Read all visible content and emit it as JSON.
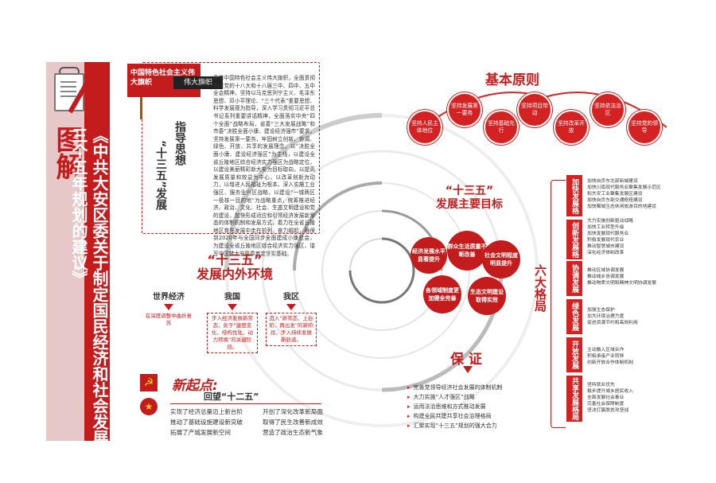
{
  "left": {
    "tujie": "图解",
    "title": "《中共大安区委关于制定国民经济和社会发展第十三个五年规划的建议》"
  },
  "guide": {
    "flag_text": "中国特色社会主义伟大旗帜",
    "flag_banner": "伟大旗帜",
    "title": "指导思想",
    "subtitle": "“十三五”发展",
    "text": "高举中国特色社会主义伟大旗帜，全面贯彻落实党的十八大和十八届三中、四中、五中全会精神，坚持以马克思列宁主义、毛泽东思想、邓小平理论、“三个代表”重要思想、科学发展观为指导，深入学习贯彻习近平总书记系列重要讲话精神，全面落实中央“四个全面”战略布局，省委“三大发展战略”和市委“决胜全面小康、建设经济强市”要求，坚持发展第一要务，牢固树立创新、协调、绿色、开放、共享的发展理念，以“决胜全面小康、建设经济强区”为主线，以建设全省丘陵地区综合经济实力强区为战略定位，以建设美丽精彩新大安为目标取向，以提高发展质量和效益为中心，以改革创新为动力，以增进人民福祉为根本，深入实施工业强区、服务业兴区战略，以建设“一城两区一极核一目的地”为战略重点，统筹推进经济、政治、文化、社会、生态文明建设和党的建设，加快形成适应和引领经济发展新常态的体制机制和发展方式，着力在全省丘陵地区育先发展中走在前列，奋力崛起，确保到2020年与全国同步全面建成小康社会，为建设全省丘陵地区综合经济实力强区、谱写中国梦大安篇章奠定坚实基础。"
  },
  "env": {
    "title_line1": "“十三五”",
    "title_line2": "发展内外环境",
    "cols": [
      {
        "head": "世界经济",
        "body": "在深度调整中曲折复苏"
      },
      {
        "head": "我国",
        "body": "步入经济发展新常态，处于“速度变化、结构优化、动力转换”的关键阶段。"
      },
      {
        "head": "我区",
        "body": "迈入“新常态、上台阶、再出发”的新阶段，步入持续发展新轨道。"
      }
    ]
  },
  "newstart": {
    "party_glyph": "☭",
    "nation_glyph": "★",
    "title": "新起点:",
    "subtitle": "回望“十二五”",
    "items": [
      "实现了经济总量迈上新台阶",
      "开创了深化改革新局面",
      "推动了基础设施建设新突破",
      "取得了民生改善新成效",
      "拓展了产城发展新空间",
      "营造了政治生态新气象"
    ]
  },
  "principles": {
    "title": "基本原则",
    "items": [
      "坚持人民主体地位",
      "坚持发展第一要务",
      "坚持基础先行",
      "坚持项目带动",
      "坚持改革开放",
      "坚持依法治区",
      "坚持党的领导"
    ]
  },
  "goals": {
    "title_line1": "“十三五”",
    "title_line2": "发展主要目标",
    "items": [
      "群众生活质量不断改善",
      "经济发展水平显著提升",
      "社会文明程度明显提升",
      "各领域制度更加健全完善",
      "生态文明建设取得实效"
    ]
  },
  "six": {
    "title": "六大格局",
    "categories": [
      {
        "name": "加快发展格局",
        "items": [
          "加快自贡东北部新城建设",
          "加快川南现代服务业聚集发展示范区",
          "和大安工业聚集发展区建设",
          "加快自贡东部交通枢纽建设",
          "加快蜀城生态休闲旅游目的地建设"
        ]
      },
      {
        "name": "创新发展格局",
        "items": [
          "大力实施创新驱动战略",
          "加快工业转型升级",
          "加快发展现代服务业",
          "积极发展现代农业",
          "推动智慧城市建设",
          "深化经济体制改革"
        ]
      },
      {
        "name": "协调发展格局",
        "items": [
          "推动区域协调发展",
          "推动城乡协调发展",
          "推动物质文明和精神文明协调发展"
        ]
      },
      {
        "name": "绿色发展格局",
        "items": [
          "加强生态保护",
          "加大环境治理力度",
          "促进资源节约和高效利用"
        ]
      },
      {
        "name": "开放发展格局",
        "items": [
          "主动融入区域合作",
          "积极承接产业转移",
          "创新开放合作体制机制"
        ]
      },
      {
        "name": "共享发展格局",
        "items": [
          "坚持就业优先",
          "稳步提升城乡居民收入",
          "全面发展社会事业",
          "完善社会保障制度",
          "坚决打赢脱贫攻坚战"
        ]
      }
    ]
  },
  "guarantee": {
    "title": "保 证",
    "items": [
      "完善党领导经济社会发展的体制机制",
      "大力实施“人才强区”战略",
      "运用法治思维和方式推动发展",
      "构建全民共建共享社会治理格局",
      "汇聚实现“十三五”规划的强大合力"
    ]
  },
  "colors": {
    "accent": "#c41c1c",
    "banner": "#e7c8c8"
  }
}
